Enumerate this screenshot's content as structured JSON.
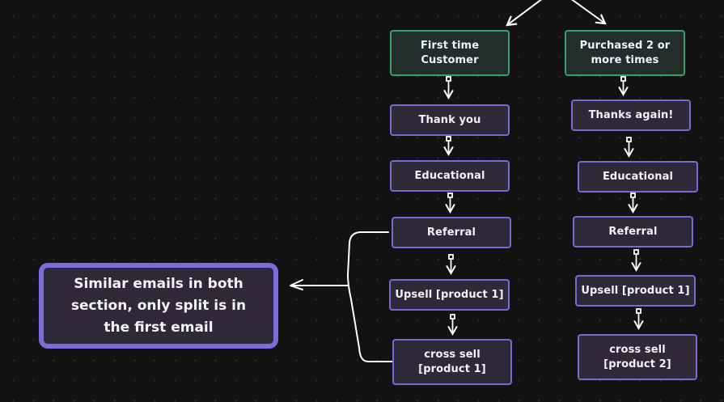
{
  "canvas": {
    "background": "#121212",
    "grid": "dotted"
  },
  "colors": {
    "segment_border": "#2fa56a",
    "step_border": "#7a68d6",
    "note_border": "#7d6adb",
    "connector": "#ffffff"
  },
  "left_column": {
    "segment": "First time\nCustomer",
    "steps": [
      "Thank you",
      "Educational",
      "Referral",
      "Upsell [product 1]",
      "cross sell\n[product 1]"
    ]
  },
  "right_column": {
    "segment": "Purchased 2 or\nmore times",
    "steps": [
      "Thanks again!",
      "Educational",
      "Referral",
      "Upsell [product 1]",
      "cross sell\n[product 2]"
    ]
  },
  "note": {
    "text": "Similar emails in both section, only split is in the first email"
  }
}
